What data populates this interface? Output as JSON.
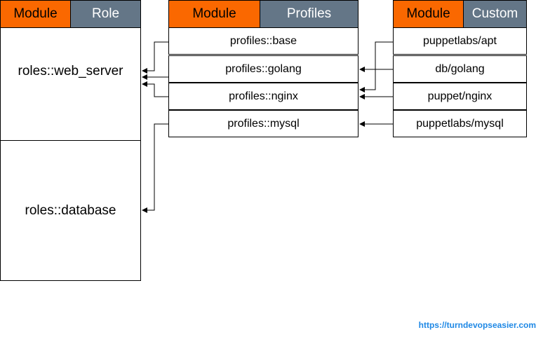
{
  "roles_table": {
    "header_module": "Module",
    "header_kind": "Role",
    "rows": [
      "roles::web_server",
      "roles::database"
    ]
  },
  "profiles_table": {
    "header_module": "Module",
    "header_kind": "Profiles",
    "rows": [
      "profiles::base",
      "profiles::golang",
      "profiles::nginx",
      "profiles::mysql"
    ]
  },
  "custom_table": {
    "header_module": "Module",
    "header_kind": "Custom",
    "rows": [
      "puppetlabs/apt",
      "db/golang",
      "puppet/nginx",
      "puppetlabs/mysql"
    ]
  },
  "footer": {
    "url": "https://turndevopseasier.com"
  },
  "colors": {
    "module_header": "#fa6800",
    "kind_header": "#647687",
    "link": "#1e88e5"
  }
}
